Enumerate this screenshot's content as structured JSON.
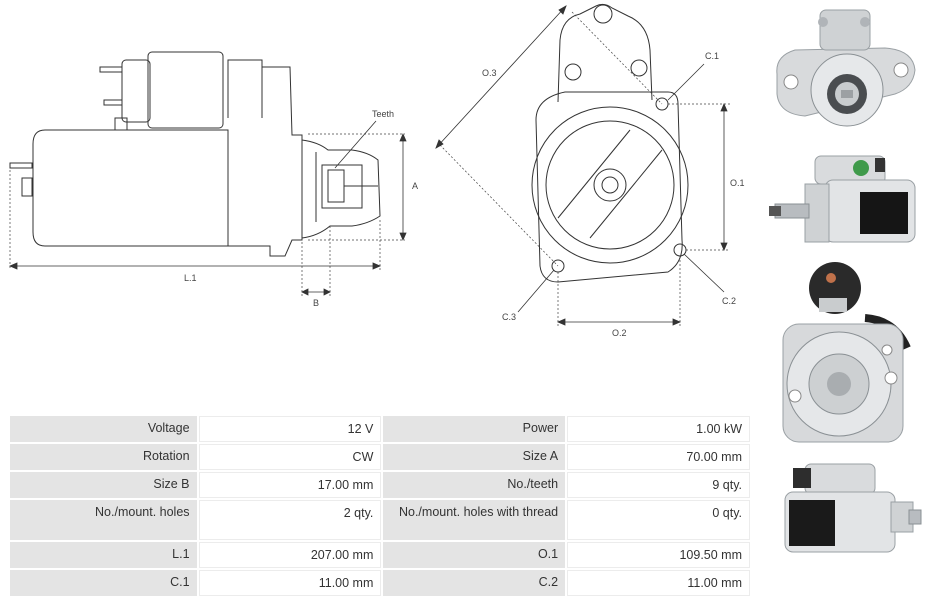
{
  "drawing_labels": {
    "teeth": "Teeth",
    "a": "A",
    "l1": "L.1",
    "b": "B",
    "o3": "O.3",
    "c1": "C.1",
    "o1": "O.1",
    "c2": "C.2",
    "c3": "C.3",
    "o2": "O.2"
  },
  "specs": [
    {
      "label1": "Voltage",
      "value1": "12 V",
      "label2": "Power",
      "value2": "1.00 kW"
    },
    {
      "label1": "Rotation",
      "value1": "CW",
      "label2": "Size A",
      "value2": "70.00 mm"
    },
    {
      "label1": "Size B",
      "value1": "17.00 mm",
      "label2": "No./teeth",
      "value2": "9 qty."
    },
    {
      "label1": "No./mount. holes",
      "value1": "2 qty.",
      "label2": "No./mount. holes with thread",
      "value2": "0 qty."
    },
    {
      "label1": "L.1",
      "value1": "207.00 mm",
      "label2": "O.1",
      "value2": "109.50 mm"
    },
    {
      "label1": "C.1",
      "value1": "11.00 mm",
      "label2": "C.2",
      "value2": "11.00 mm"
    }
  ]
}
